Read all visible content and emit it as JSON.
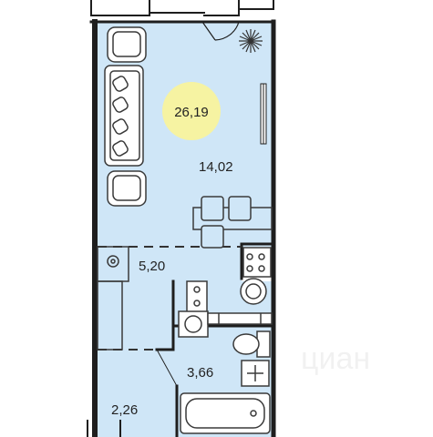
{
  "plan": {
    "total_area": "26,19",
    "rooms": [
      {
        "id": "living",
        "area": "14,02"
      },
      {
        "id": "kitchen",
        "area": "5,20"
      },
      {
        "id": "bathroom",
        "area": "3,66"
      },
      {
        "id": "hall",
        "area": "2,26"
      }
    ],
    "watermark": "циан"
  },
  "colors": {
    "floor": "#cfe6f7",
    "wall": "#1e1e1e",
    "badge": "#f6f3a2",
    "furniture": "#ffffff",
    "furniture_stroke": "#3a3a3a"
  }
}
